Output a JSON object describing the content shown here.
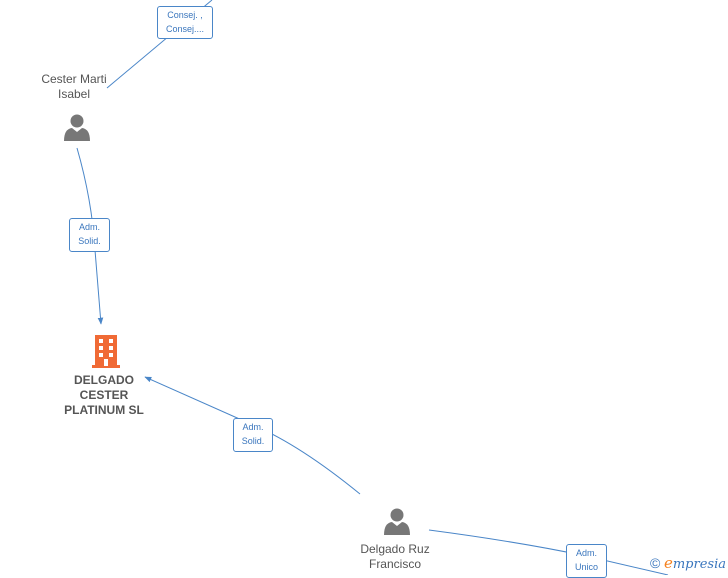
{
  "colors": {
    "edge": "#4a86c8",
    "person": "#777777",
    "company": "#f06a35",
    "label": "#555555"
  },
  "nodes": {
    "cester_marti": {
      "line1": "Cester Marti",
      "line2": "Isabel",
      "icon": "person-icon"
    },
    "delgado_ruz": {
      "line1": "Delgado Ruz",
      "line2": "Francisco",
      "icon": "person-icon"
    },
    "company": {
      "line1": "DELGADO",
      "line2": "CESTER",
      "line3": "PLATINUM  SL",
      "icon": "building-icon"
    }
  },
  "edges": {
    "top": {
      "line1": "Consej. ,",
      "line2": "Consej...."
    },
    "cester_to_company": {
      "line1": "Adm.",
      "line2": "Solid."
    },
    "delgado_to_company": {
      "line1": "Adm.",
      "line2": "Solid."
    },
    "delgado_right": {
      "line1": "Adm.",
      "line2": "Unico"
    }
  },
  "brand": {
    "copyright": "©",
    "first_letter": "e",
    "rest": "mpresia"
  }
}
